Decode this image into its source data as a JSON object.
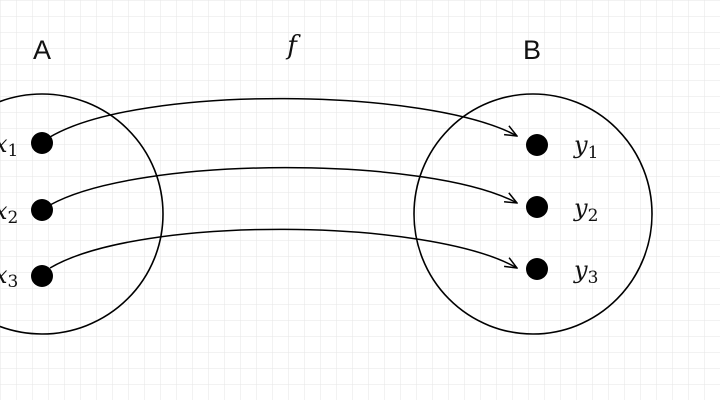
{
  "function_label": "f",
  "domain": {
    "label": "A",
    "elements": [
      {
        "letter": "x",
        "sub": "1"
      },
      {
        "letter": "x",
        "sub": "2"
      },
      {
        "letter": "x",
        "sub": "3"
      }
    ]
  },
  "codomain": {
    "label": "B",
    "elements": [
      {
        "letter": "y",
        "sub": "1"
      },
      {
        "letter": "y",
        "sub": "2"
      },
      {
        "letter": "y",
        "sub": "3"
      }
    ]
  },
  "mappings": [
    {
      "from": "x1",
      "to": "y1"
    },
    {
      "from": "x2",
      "to": "y2"
    },
    {
      "from": "x3",
      "to": "y3"
    }
  ],
  "colors": {
    "grid": "#e6e6e6",
    "ink": "#000000",
    "background": "#ffffff"
  }
}
